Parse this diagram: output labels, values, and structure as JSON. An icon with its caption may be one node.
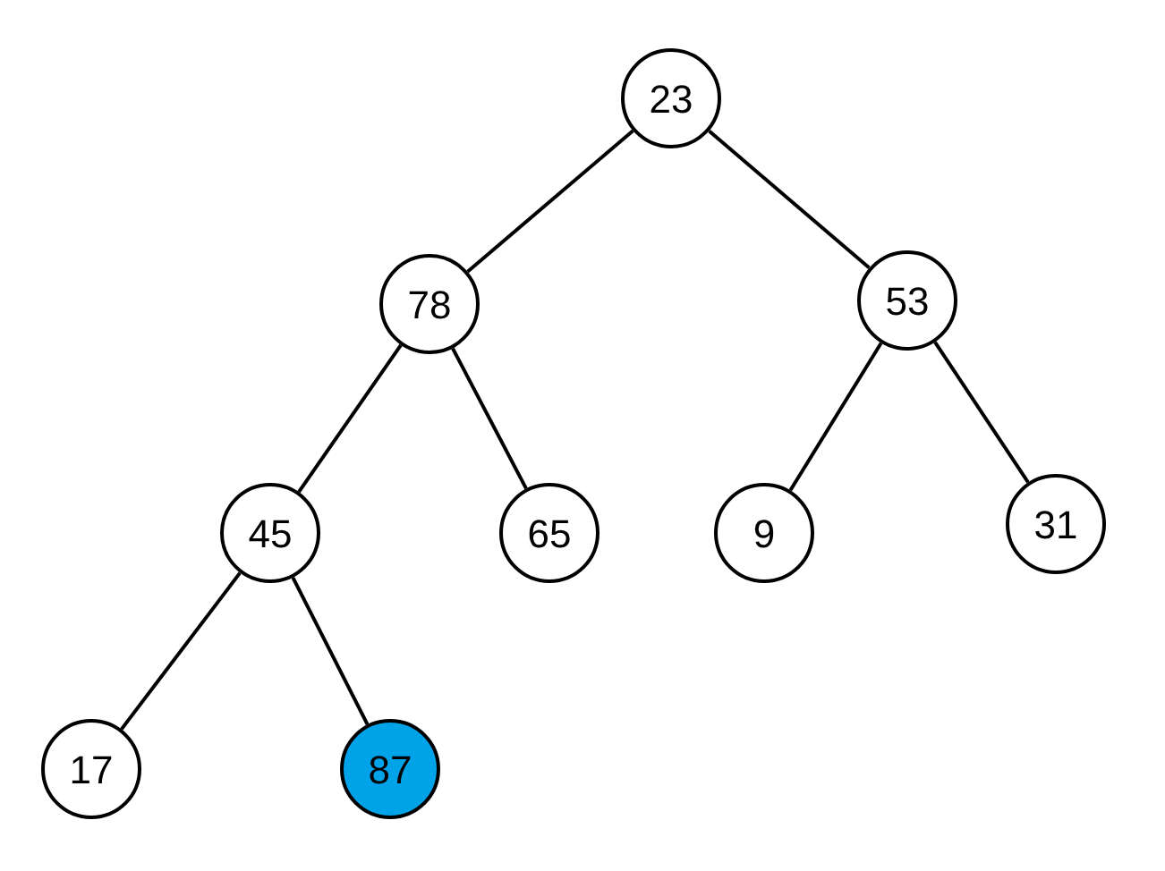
{
  "diagram": {
    "nodes": [
      {
        "text": [
          "23"
        ]
      },
      {
        "text": [
          "78"
        ]
      },
      {
        "text": [
          "53"
        ]
      },
      {
        "text": [
          "45"
        ]
      },
      {
        "text": [
          "65"
        ]
      },
      {
        "text": [
          "9"
        ]
      },
      {
        "text": [
          "31"
        ]
      },
      {
        "text": [
          "17"
        ]
      },
      {
        "text": [
          "87"
        ]
      }
    ],
    "edges": [
      {
        "from": 0,
        "to": 1,
        "arrow": "none"
      },
      {
        "from": 0,
        "to": 2,
        "arrow": "none"
      },
      {
        "from": 1,
        "to": 3,
        "arrow": "none"
      },
      {
        "from": 1,
        "to": 4,
        "arrow": "none"
      },
      {
        "from": 2,
        "to": 5,
        "arrow": "none"
      },
      {
        "from": 2,
        "to": 6,
        "arrow": "none"
      },
      {
        "from": 3,
        "to": 7,
        "arrow": "none"
      },
      {
        "from": 3,
        "to": 8,
        "arrow": "none"
      }
    ]
  }
}
